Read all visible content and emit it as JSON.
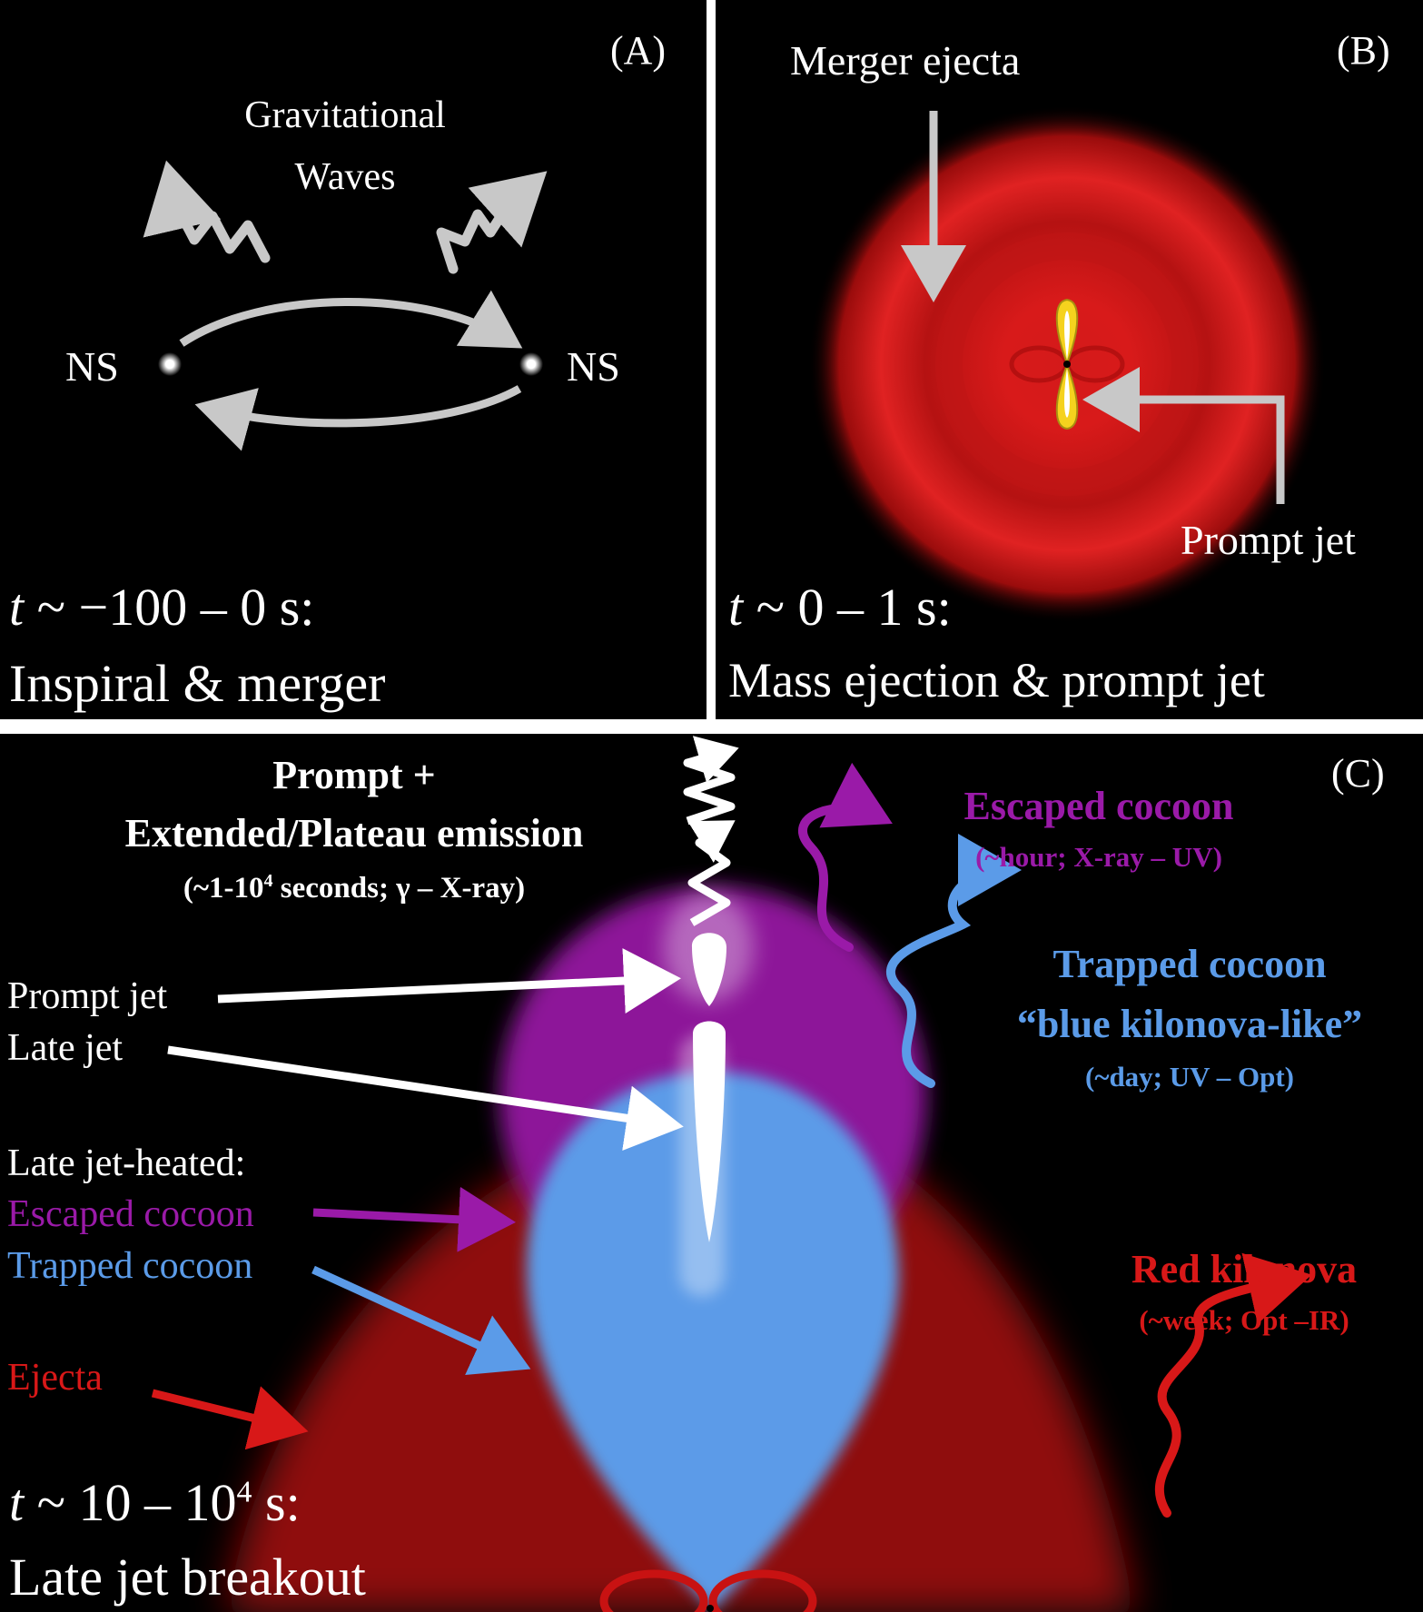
{
  "panel_a": {
    "tag": "(A)",
    "gw_label_1": "Gravitational",
    "gw_label_2": "Waves",
    "ns_left": "NS",
    "ns_right": "NS",
    "time_var": "t",
    "time_range": " ~ −100 – 0 s:",
    "caption": "Inspiral & merger"
  },
  "panel_b": {
    "tag": "(B)",
    "ejecta_label": "Merger ejecta",
    "jet_label": "Prompt jet",
    "time_var": "t",
    "time_range": " ~ 0 – 1 s:",
    "caption": "Mass ejection & prompt jet"
  },
  "panel_c": {
    "tag": "(C)",
    "emission_title_1": "Prompt +",
    "emission_title_2": "Extended/Plateau emission",
    "emission_sub_a": "(~1-10",
    "emission_sub_sup": "4",
    "emission_sub_b": " seconds; γ – X-ray)",
    "prompt_jet": "Prompt jet",
    "late_jet": "Late jet",
    "late_jet_heated": "Late jet-heated:",
    "escaped_cocoon_left": "Escaped cocoon",
    "trapped_cocoon_left": "Trapped cocoon",
    "ejecta_left": "Ejecta",
    "escaped_title": "Escaped cocoon",
    "escaped_sub": "(~hour; X-ray – UV)",
    "trapped_title": "Trapped cocoon",
    "trapped_title_2": "“blue kilonova-like”",
    "trapped_sub": "(~day; UV – Opt)",
    "red_title": "Red kilonova",
    "red_sub": "(~week; Opt –IR)",
    "time_var": "t",
    "time_a": " ~ 10 – 10",
    "time_sup": "4",
    "time_b": " s:",
    "caption": "Late jet breakout"
  },
  "colors": {
    "gray": "#c8c8c8",
    "ejecta_red": "#d81818",
    "escaped_purple": "#9a1aa8",
    "trapped_blue": "#5b9be8",
    "jet_yellow": "#f5d21e",
    "white": "#ffffff"
  }
}
